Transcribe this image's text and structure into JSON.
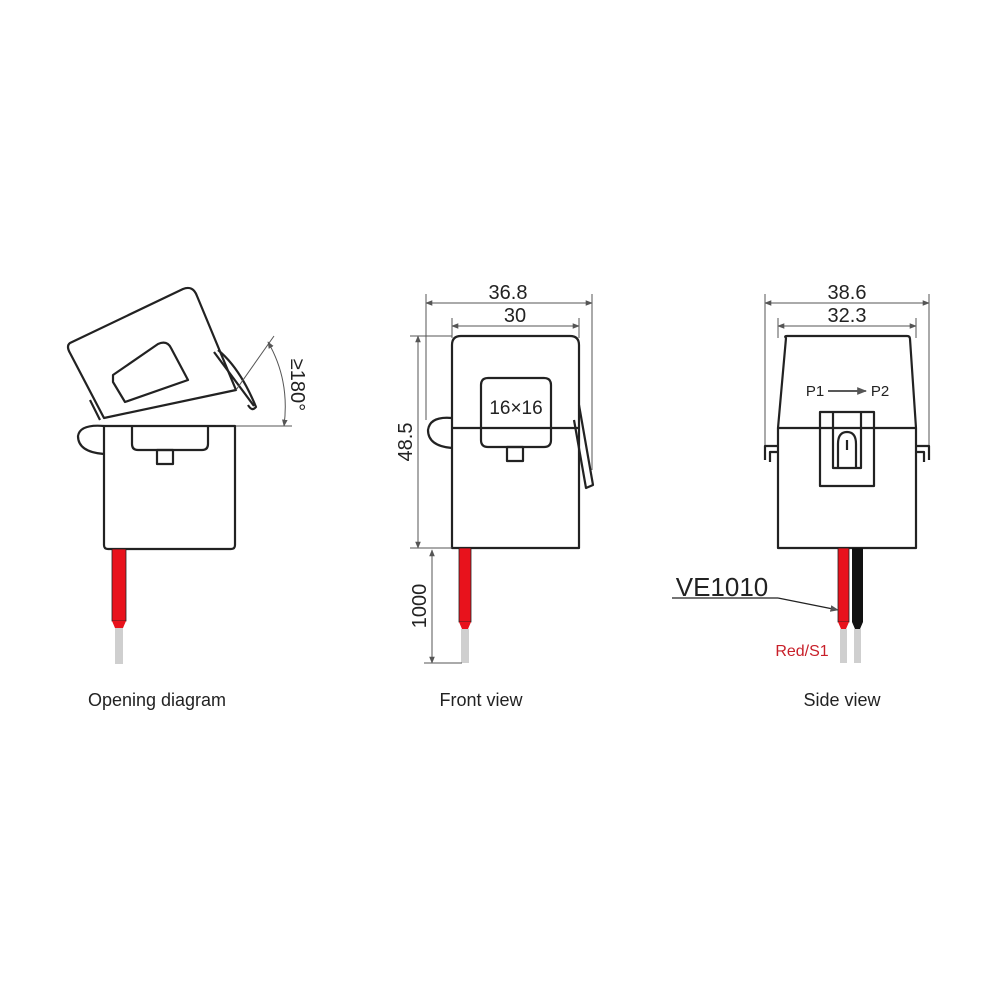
{
  "opening": {
    "angle_label": "≥180°",
    "caption": "Opening diagram"
  },
  "front": {
    "width_outer": "36.8",
    "width_inner": "30",
    "height": "48.5",
    "window": "16×16",
    "cable_length": "1000",
    "caption": "Front view"
  },
  "side": {
    "width_outer": "38.6",
    "width_inner": "32.3",
    "p1": "P1",
    "p2": "P2",
    "model": "VE1010",
    "wire_label": "Red/S1",
    "caption": "Side view"
  },
  "colors": {
    "wire_red": "#e8121c",
    "wire_black": "#111111",
    "wire_tip": "#cfcfcf",
    "label_red": "#c8202a"
  }
}
